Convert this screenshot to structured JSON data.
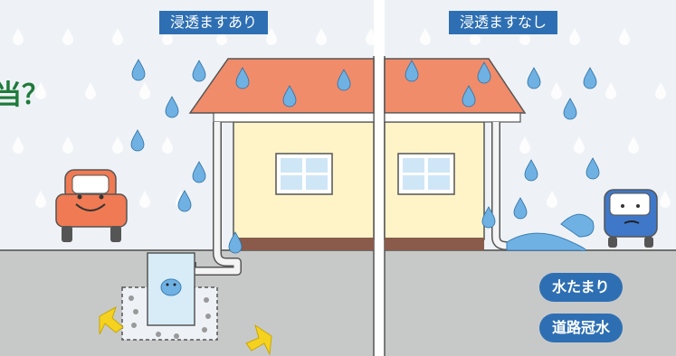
{
  "panels": {
    "left": {
      "title": "浸透ますあり"
    },
    "right": {
      "title": "浸透ますなし"
    }
  },
  "partial_text": "当？",
  "badges": {
    "puddle": "水たまり",
    "road_flood": "道路冠水"
  },
  "colors": {
    "title_bg": "#2e6fb3",
    "badge_bg": "#2e6fb3",
    "partial_text": "#1f7a3a",
    "roof": "#f08c6a",
    "wall": "#fff4c8",
    "ground": "#c7c9c9",
    "water": "#6fb1e3",
    "car_left": "#f07a53",
    "car_right": "#3f78c9",
    "arrow": "#f4d21f"
  },
  "icons": [
    "raindrop",
    "house",
    "car",
    "infiltration-basin",
    "puddle",
    "arrow"
  ]
}
